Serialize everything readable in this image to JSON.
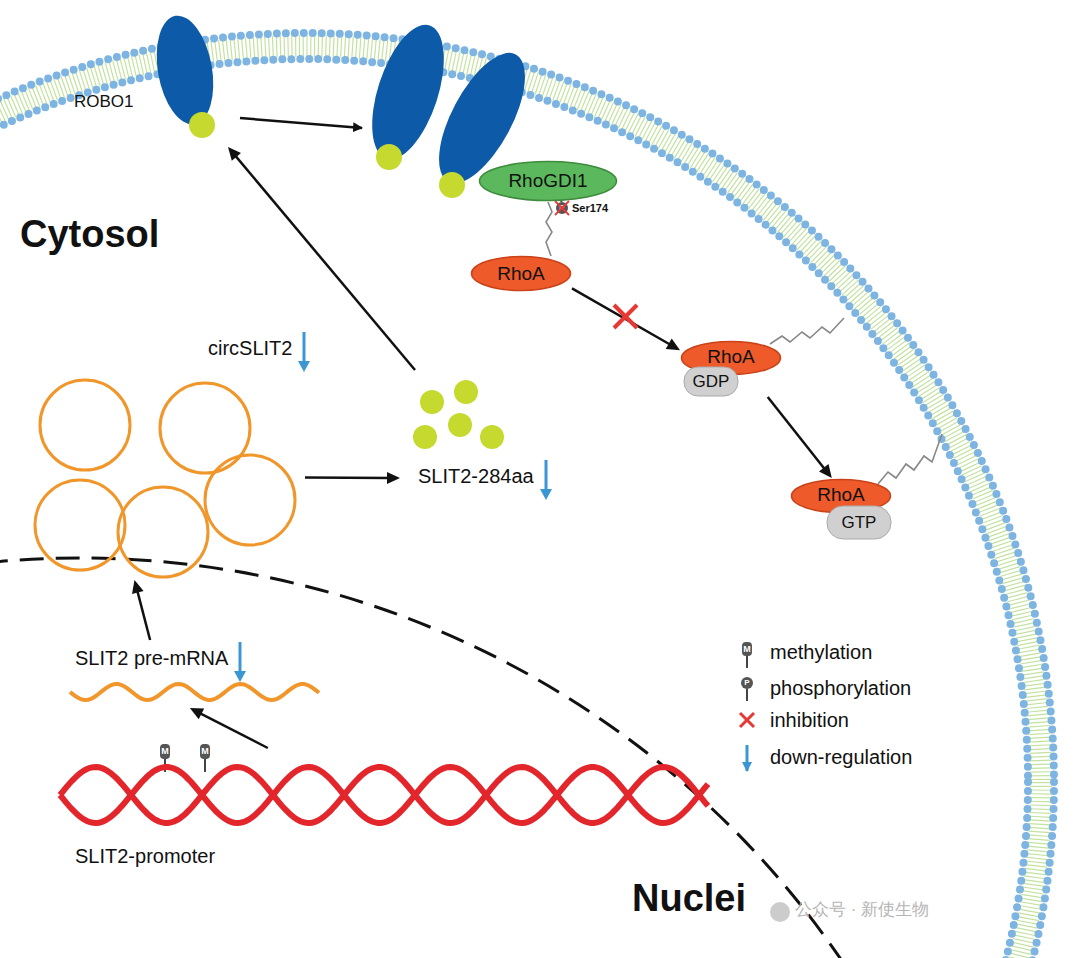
{
  "diagram": {
    "nodes": [
      {
        "text": [
          "ROBO1"
        ]
      },
      {
        "text": [
          "circSLIT2"
        ]
      },
      {
        "text": [
          "SLIT2-284aa"
        ]
      },
      {
        "text": [
          "SLIT2 pre-mRNA"
        ]
      },
      {
        "text": [
          "SLIT2-promoter"
        ]
      },
      {
        "text": [
          "RhoGDI1"
        ]
      },
      {
        "text": [
          "RhoA"
        ]
      },
      {
        "text": [
          "RhoA",
          "GDP"
        ]
      },
      {
        "text": [
          "RhoA",
          "GTP"
        ]
      }
    ],
    "edges": [
      {
        "from": 4,
        "to": 3,
        "arrow": "to"
      },
      {
        "from": 3,
        "to": 1,
        "arrow": "to"
      },
      {
        "from": 1,
        "to": 2,
        "arrow": "to"
      },
      {
        "from": 2,
        "to": 0,
        "arrow": "to"
      },
      {
        "from": 6,
        "to": 7,
        "arrow": "to"
      },
      {
        "from": 7,
        "to": 8,
        "arrow": "to"
      }
    ],
    "labels": [
      "Cytosol",
      "P",
      "Ser174",
      "M",
      "M",
      "Nuclei",
      "M",
      "P",
      "公众号 · 新使生物"
    ],
    "legend": [
      {
        "text": "methylation"
      },
      {
        "text": "phosphorylation"
      },
      {
        "text": "inhibition"
      },
      {
        "text": "down-regulation"
      }
    ]
  }
}
